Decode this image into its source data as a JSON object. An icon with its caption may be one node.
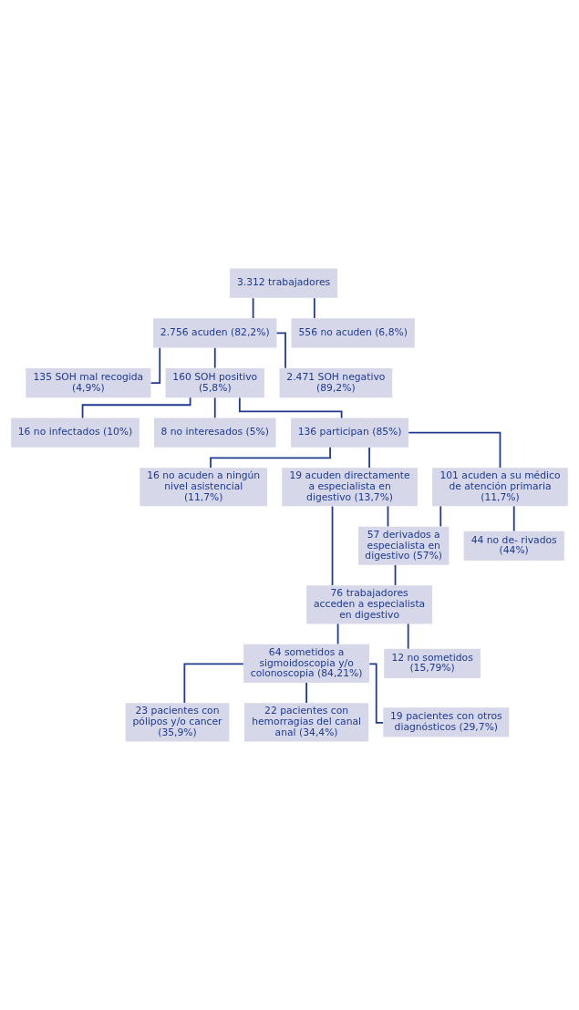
{
  "diagram": {
    "nodes": [
      {
        "text": [
          "3.312 trabajadores"
        ]
      },
      {
        "text": [
          "2.756 acuden (82,2%)"
        ]
      },
      {
        "text": [
          "556 no acuden (6,8%)"
        ]
      },
      {
        "text": [
          "135 SOH mal recogida (4,9%)"
        ]
      },
      {
        "text": [
          "160 SOH positivo (5,8%)"
        ]
      },
      {
        "text": [
          "2.471 SOH negativo (89,2%)"
        ]
      },
      {
        "text": [
          "16 no infectados (10%)"
        ]
      },
      {
        "text": [
          "8 no interesados (5%)"
        ]
      },
      {
        "text": [
          "136 participan (85%)"
        ]
      },
      {
        "text": [
          "16 no acuden a ningún nivel asistencial (11,7%)"
        ]
      },
      {
        "text": [
          "19 acuden directamente a especialista en digestivo (13,7%)"
        ]
      },
      {
        "text": [
          "101 acuden a su médico de atención primaria (11,7%)"
        ]
      },
      {
        "text": [
          "57 derivados a especialista en digestivo (57%)"
        ]
      },
      {
        "text": [
          "44 no de- rivados (44%)"
        ]
      },
      {
        "text": [
          "76 trabajadores acceden a especialista en digestivo"
        ]
      },
      {
        "text": [
          "64 sometidos a sigmoidoscopia y/o colonoscopia (84,21%)"
        ]
      },
      {
        "text": [
          "12 no sometidos (15,79%)"
        ]
      },
      {
        "text": [
          "23 pacientes con pólipos y/o cancer (35,9%)"
        ]
      },
      {
        "text": [
          "22 pacientes con hemorragias del canal anal (34,4%)"
        ]
      },
      {
        "text": [
          "19 pacientes con otros diagnósticos (29,7%)"
        ]
      }
    ],
    "edges": [
      {
        "from": 0,
        "to": 1,
        "arrow": "none"
      },
      {
        "from": 0,
        "to": 2,
        "arrow": "none"
      },
      {
        "from": 1,
        "to": 3,
        "arrow": "none"
      },
      {
        "from": 1,
        "to": 4,
        "arrow": "none"
      },
      {
        "from": 1,
        "to": 5,
        "arrow": "none"
      },
      {
        "from": 4,
        "to": 6,
        "arrow": "none"
      },
      {
        "from": 4,
        "to": 7,
        "arrow": "none"
      },
      {
        "from": 4,
        "to": 8,
        "arrow": "none"
      },
      {
        "from": 8,
        "to": 9,
        "arrow": "none"
      },
      {
        "from": 8,
        "to": 10,
        "arrow": "none"
      },
      {
        "from": 8,
        "to": 11,
        "arrow": "none"
      },
      {
        "from": 11,
        "to": 12,
        "arrow": "none"
      },
      {
        "from": 11,
        "to": 13,
        "arrow": "none"
      },
      {
        "from": 10,
        "to": 12,
        "arrow": "none"
      },
      {
        "from": 10,
        "to": 14,
        "arrow": "none"
      },
      {
        "from": 12,
        "to": 14,
        "arrow": "none"
      },
      {
        "from": 14,
        "to": 15,
        "arrow": "none"
      },
      {
        "from": 14,
        "to": 16,
        "arrow": "none"
      },
      {
        "from": 15,
        "to": 17,
        "arrow": "none"
      },
      {
        "from": 15,
        "to": 18,
        "arrow": "none"
      },
      {
        "from": 15,
        "to": 19,
        "arrow": "none"
      }
    ]
  }
}
